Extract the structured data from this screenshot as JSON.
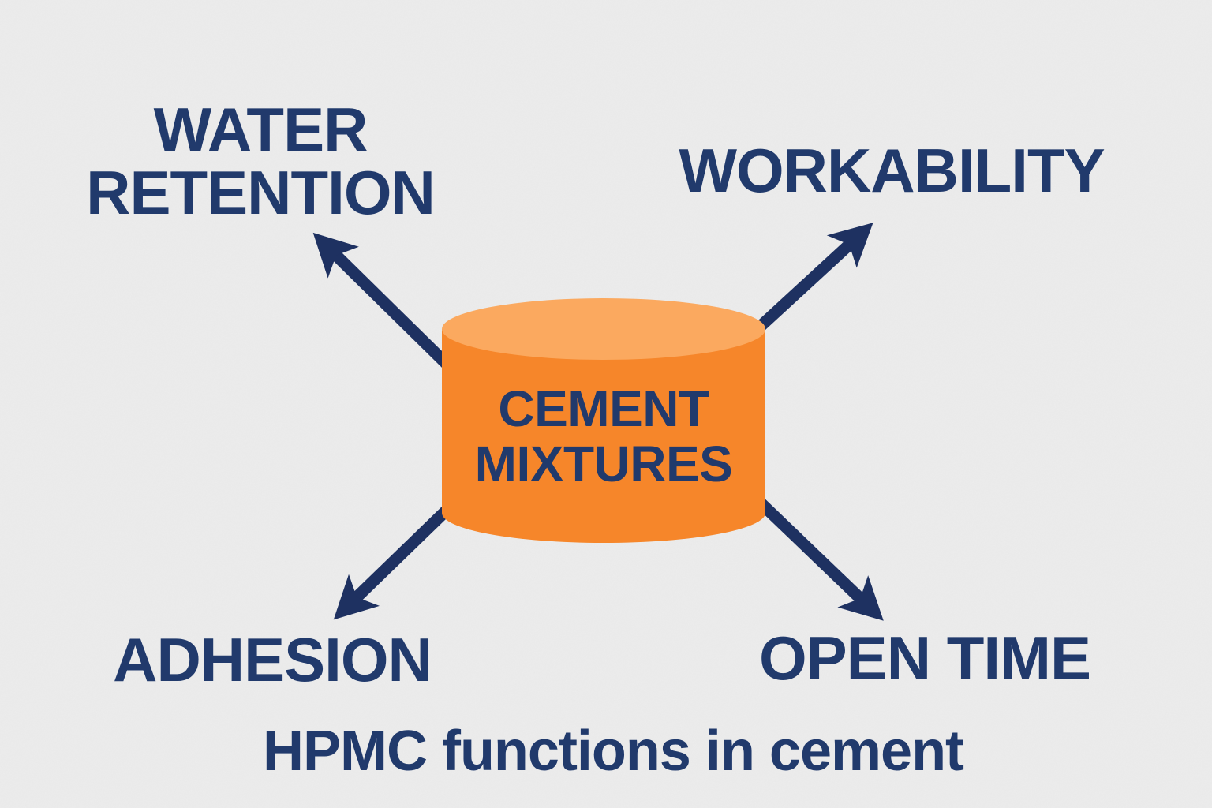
{
  "colors": {
    "bg": "#ececec",
    "navy": "#213a6c",
    "arrow": "#1e3161",
    "orange": "#f6862a",
    "orange_light": "#fba95f"
  },
  "center": {
    "label": "CEMENT\nMIXTURES"
  },
  "nodes": {
    "water_retention": {
      "label": "WATER\nRETENTION"
    },
    "workability": {
      "label": "WORKABILITY"
    },
    "adhesion": {
      "label": "ADHESION"
    },
    "open_time": {
      "label": "OPEN TIME"
    }
  },
  "caption": "HPMC functions in cement"
}
